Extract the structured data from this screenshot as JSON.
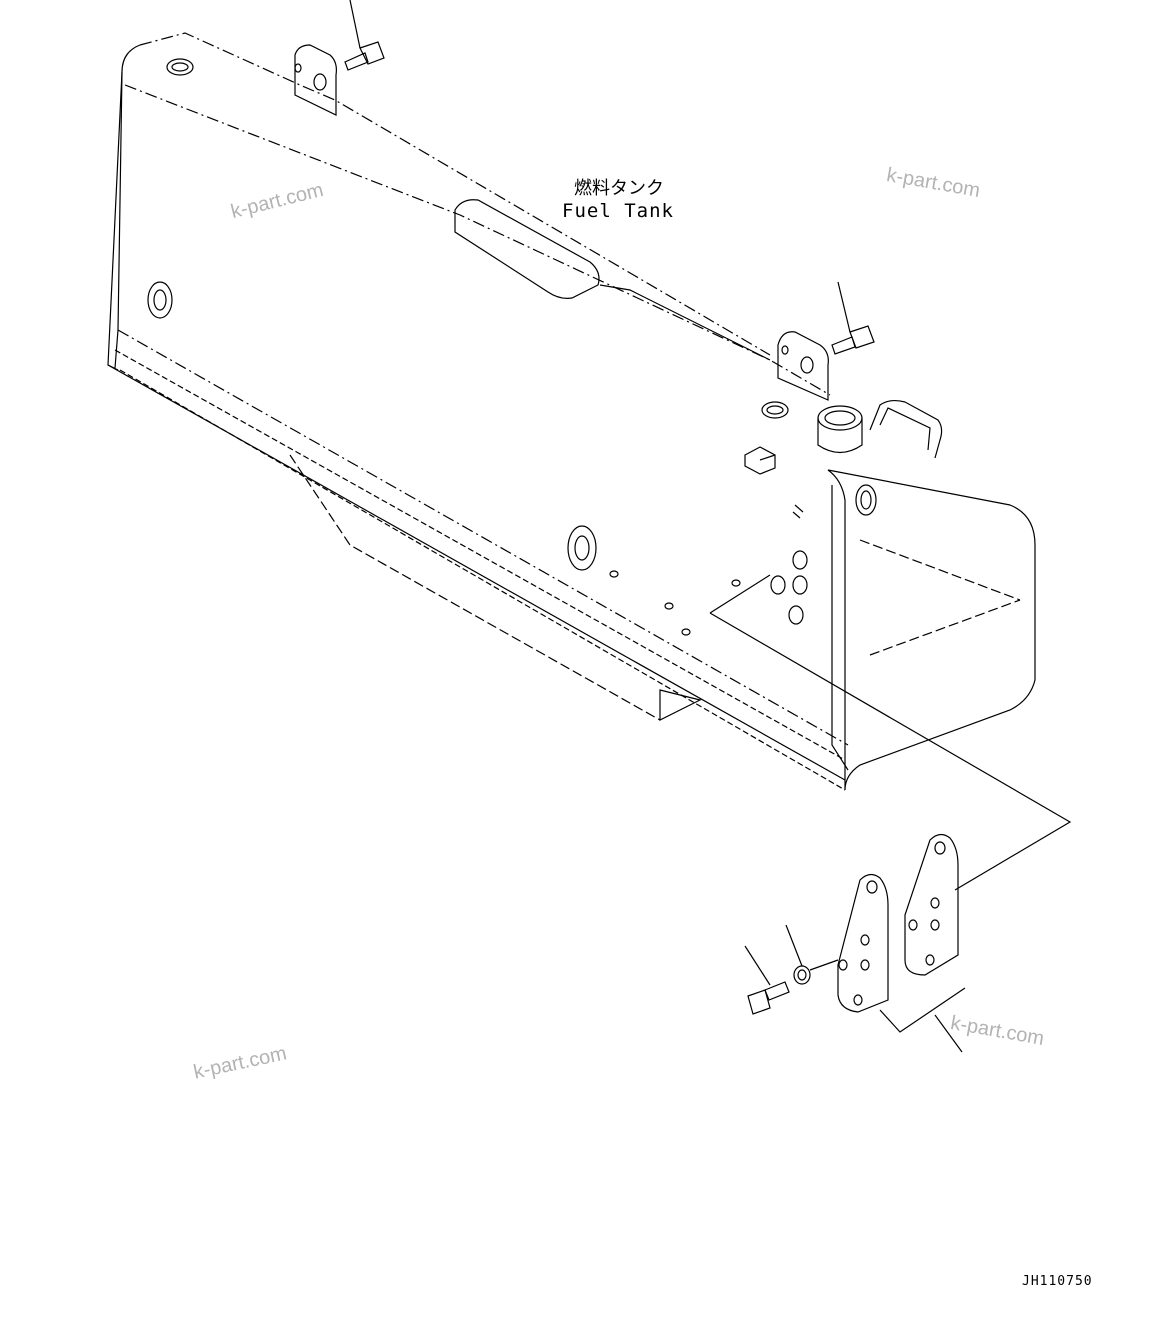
{
  "diagram": {
    "label_jp": "燃料タンク",
    "label_en": "Fuel Tank",
    "drawing_number": "JH110750"
  },
  "watermarks": [
    "k-part.com",
    "k-part.com",
    "k-part.com",
    "k-part.com"
  ],
  "colors": {
    "line": "#000000",
    "watermark": "#b3b3b3",
    "background": "#ffffff"
  }
}
